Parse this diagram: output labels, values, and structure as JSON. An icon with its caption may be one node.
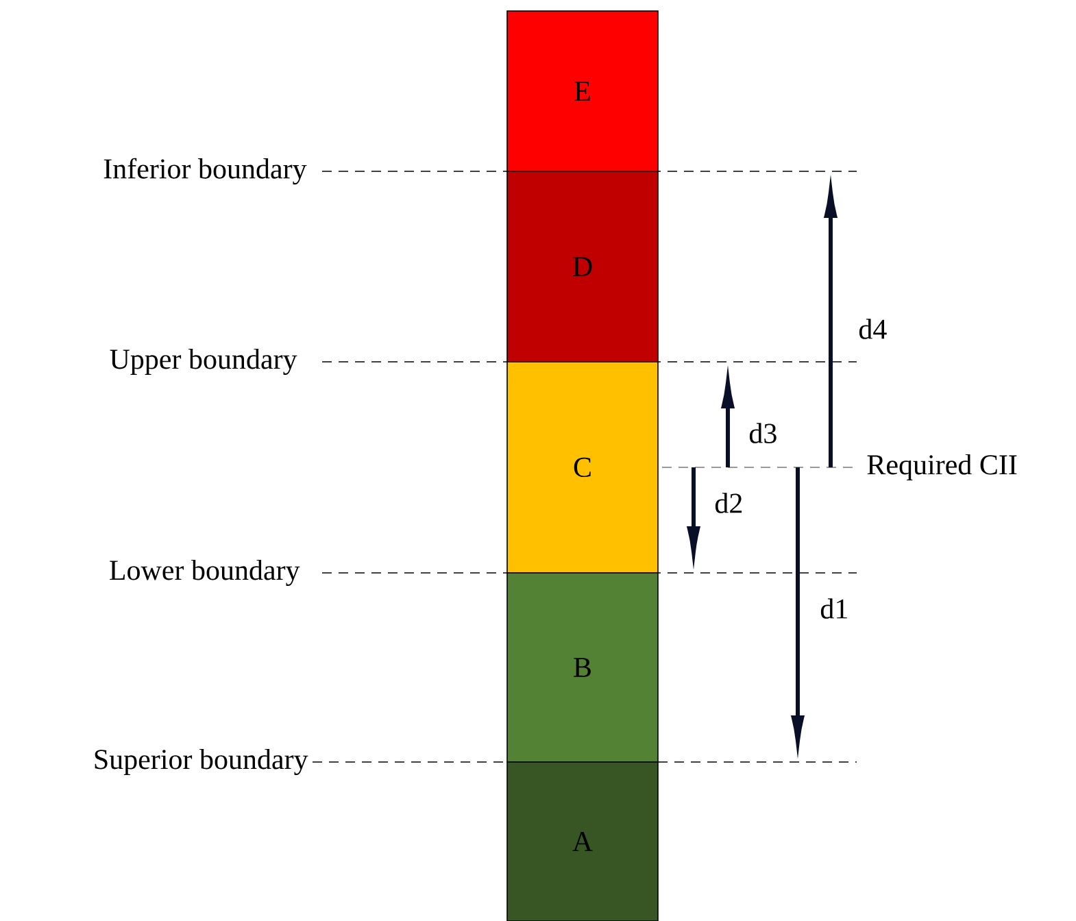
{
  "diagram": {
    "nodes": [
      {
        "text": [
          "E"
        ]
      },
      {
        "text": [
          "D"
        ]
      },
      {
        "text": [
          "C"
        ]
      },
      {
        "text": [
          "B"
        ]
      },
      {
        "text": [
          "A"
        ]
      }
    ],
    "labels": [
      "Inferior boundary",
      "d4",
      "Upper boundary",
      "d3",
      "Required CII",
      "d2",
      "Lower boundary",
      "d1",
      "Superior boundary"
    ]
  }
}
